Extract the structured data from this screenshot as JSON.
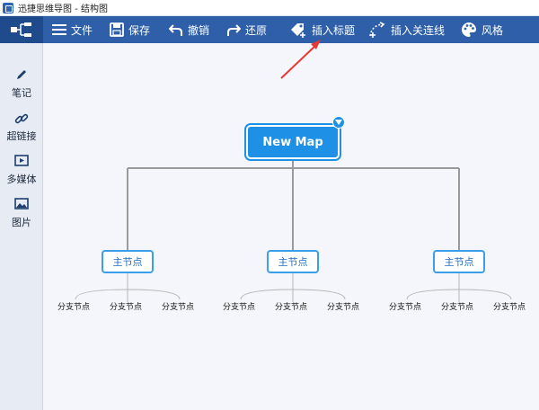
{
  "window": {
    "title": "迅捷思维导图 - 结构图"
  },
  "toolbar": {
    "file": "文件",
    "save": "保存",
    "undo": "撤销",
    "redo": "还原",
    "insert_topic": "插入标题",
    "insert_relation": "插入关连线",
    "style": "风格"
  },
  "sidebar": {
    "notes": "笔记",
    "hyperlink": "超链接",
    "multimedia": "多媒体",
    "image": "图片"
  },
  "mindmap": {
    "root": "New Map",
    "main_nodes": [
      "主节点",
      "主节点",
      "主节点"
    ],
    "sub_nodes": [
      "分支节点",
      "分支节点",
      "分支节点",
      "分支节点",
      "分支节点",
      "分支节点",
      "分支节点",
      "分支节点",
      "分支节点"
    ]
  },
  "colors": {
    "toolbar": "#2e5fa8",
    "node_accent": "#1e90e6",
    "annotation_arrow": "#e53935"
  }
}
